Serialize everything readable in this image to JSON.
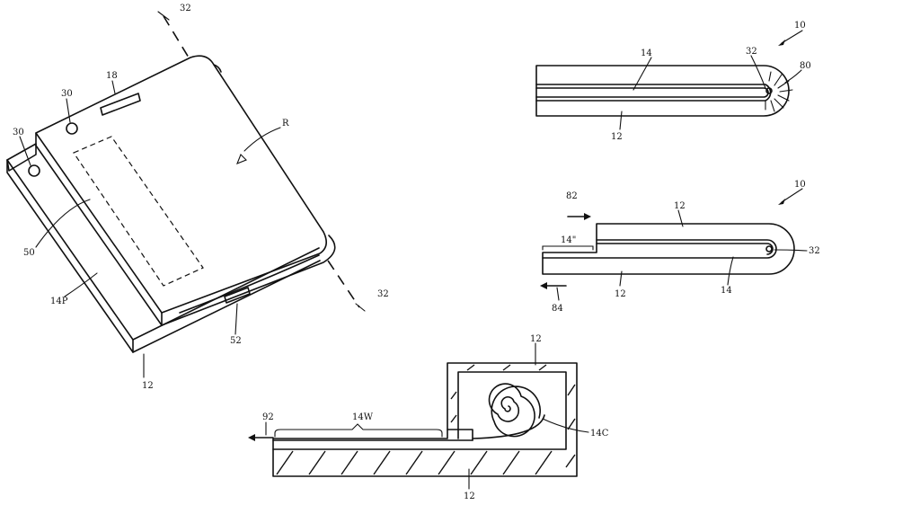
{
  "labels": {
    "ref_32_top": "32",
    "ref_18": "18",
    "ref_30_a": "30",
    "ref_30_b": "30",
    "ref_R": "R",
    "ref_50": "50",
    "ref_14P": "14P",
    "ref_52": "52",
    "ref_12_a": "12",
    "ref_32_bottom": "32",
    "ref_10_a": "10",
    "ref_14_a": "14",
    "ref_32_b": "32",
    "ref_80": "80",
    "ref_12_b": "12",
    "ref_10_b": "10",
    "ref_82": "82",
    "ref_12_c": "12",
    "ref_14dp": "14\"",
    "ref_32_c": "32",
    "ref_84": "84",
    "ref_12_d": "12",
    "ref_14_b": "14",
    "ref_12_e": "12",
    "ref_92": "92",
    "ref_14W": "14W",
    "ref_14C": "14C",
    "ref_12_f": "12"
  }
}
